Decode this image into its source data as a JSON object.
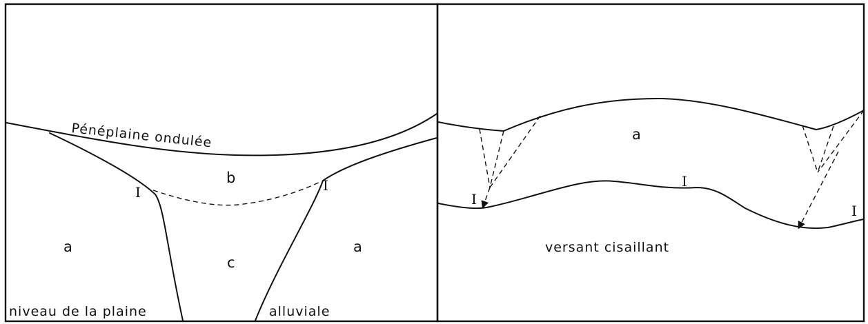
{
  "left_panel": {
    "surface_label": "Pénéplaine ondulée",
    "zone_a_left": "a",
    "zone_a_right": "a",
    "zone_b": "b",
    "zone_c": "c",
    "marker": "I",
    "bottom_label_left": "niveau de la plaine",
    "bottom_label_right": "alluviale"
  },
  "right_panel": {
    "zone_a": "a",
    "marker": "I",
    "slope_label": "versant cisaillant"
  }
}
